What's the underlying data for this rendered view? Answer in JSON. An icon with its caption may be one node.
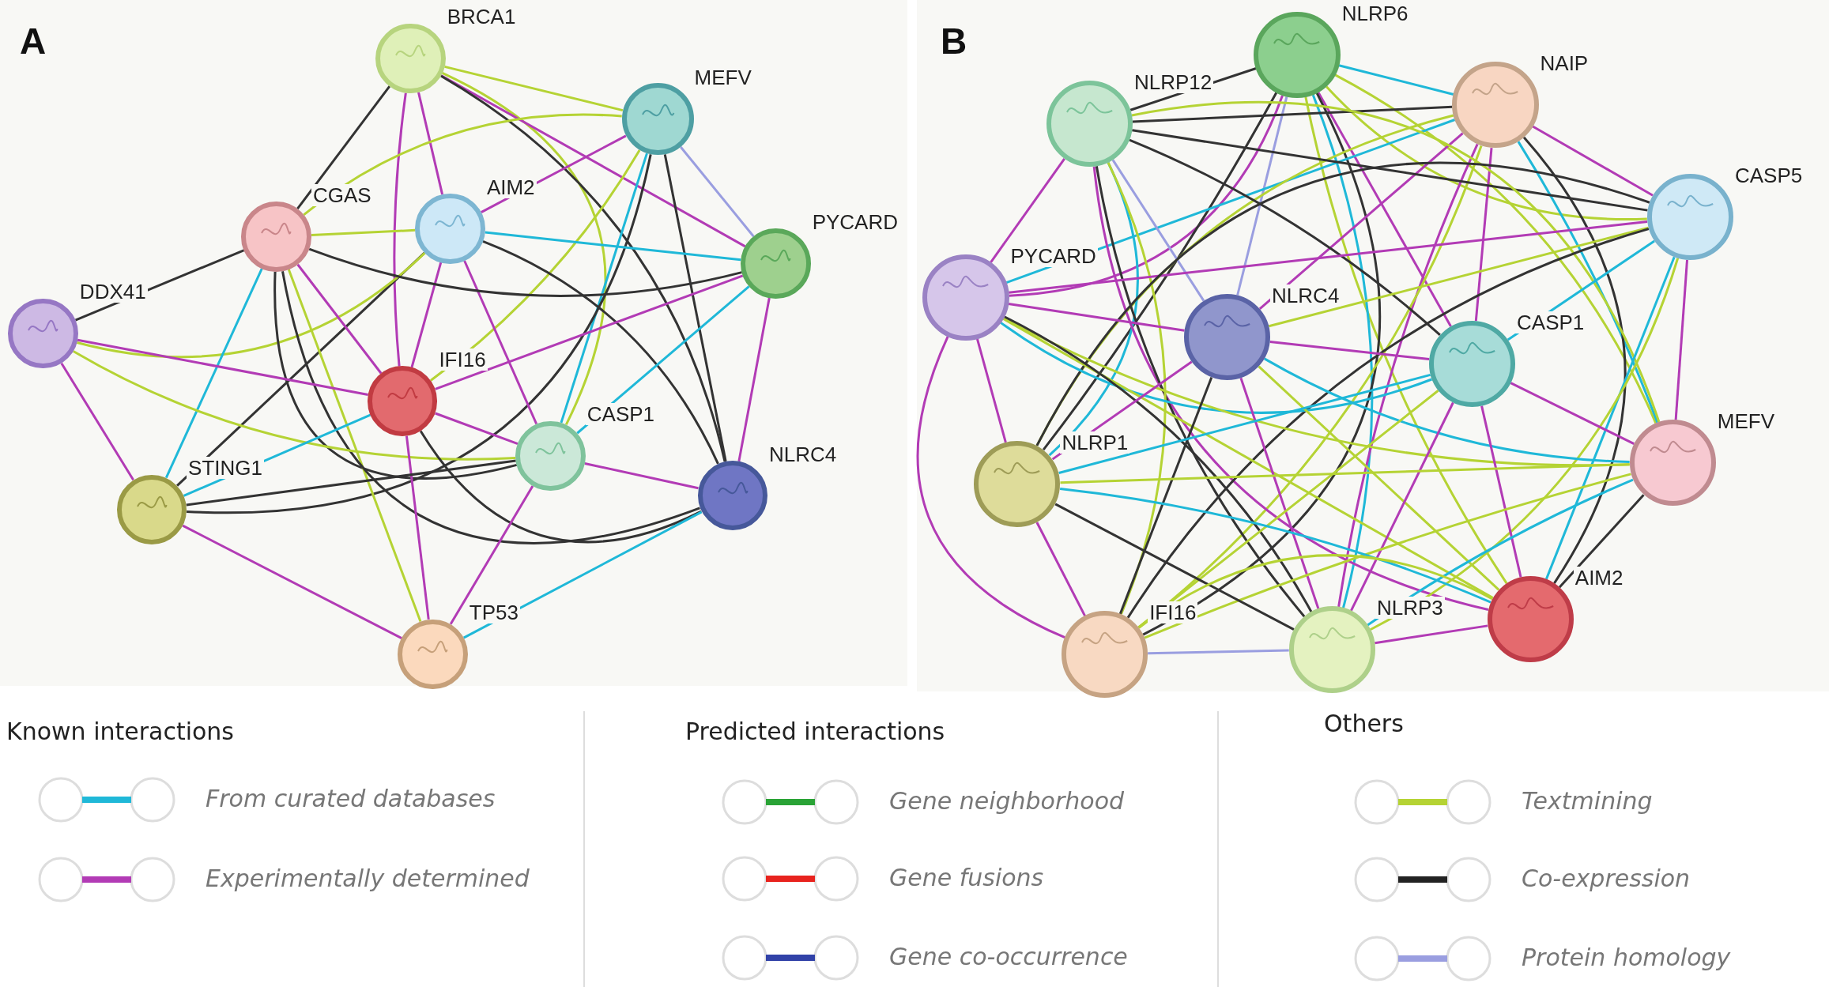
{
  "diagram": {
    "nodes": [
      {
        "text": [
          "BRCA1"
        ]
      },
      {
        "text": [
          "MEFV"
        ]
      },
      {
        "text": [
          "AIM2"
        ]
      },
      {
        "text": [
          "CGAS"
        ]
      },
      {
        "text": [
          "PYCARD"
        ]
      },
      {
        "text": [
          "DDX41"
        ]
      },
      {
        "text": [
          "IFI16"
        ]
      },
      {
        "text": [
          "CASP1"
        ]
      },
      {
        "text": [
          "NLRC4"
        ]
      },
      {
        "text": [
          "STING1"
        ]
      },
      {
        "text": [
          "TP53"
        ]
      },
      {
        "text": [
          "NLRP6"
        ]
      },
      {
        "text": [
          "NAIP"
        ]
      },
      {
        "text": [
          "NLRP12"
        ]
      },
      {
        "text": [
          "CASP5"
        ]
      },
      {
        "text": [
          "PYCARD"
        ]
      },
      {
        "text": [
          "NLRC4"
        ]
      },
      {
        "text": [
          "CASP1"
        ]
      },
      {
        "text": [
          "MEFV"
        ]
      },
      {
        "text": [
          "NLRP1"
        ]
      },
      {
        "text": [
          "AIM2"
        ]
      },
      {
        "text": [
          "NLRP3"
        ]
      },
      {
        "text": [
          "IFI16"
        ]
      }
    ],
    "edges": [
      {
        "from": 0,
        "to": 1,
        "arrow": "none",
        "color": "#b5d334"
      },
      {
        "from": 0,
        "to": 3,
        "arrow": "none",
        "color": "#333333"
      },
      {
        "from": 0,
        "to": 2,
        "arrow": "none",
        "color": "#b23bb5"
      },
      {
        "from": 0,
        "to": 6,
        "arrow": "none",
        "color": "#b23bb5"
      },
      {
        "from": 0,
        "to": 7,
        "arrow": "none",
        "color": "#b5d334"
      },
      {
        "from": 0,
        "to": 4,
        "arrow": "none",
        "color": "#b23bb5"
      },
      {
        "from": 0,
        "to": 8,
        "arrow": "none",
        "color": "#333333"
      },
      {
        "from": 1,
        "to": 3,
        "arrow": "none",
        "color": "#b5d334"
      },
      {
        "from": 1,
        "to": 2,
        "arrow": "none",
        "color": "#b23bb5"
      },
      {
        "from": 1,
        "to": 4,
        "arrow": "none",
        "color": "#9a9ee0"
      },
      {
        "from": 1,
        "to": 7,
        "arrow": "none",
        "color": "#1fb8d8"
      },
      {
        "from": 1,
        "to": 8,
        "arrow": "none",
        "color": "#333333"
      },
      {
        "from": 1,
        "to": 9,
        "arrow": "none",
        "color": "#333333"
      },
      {
        "from": 1,
        "to": 6,
        "arrow": "none",
        "color": "#b5d334"
      },
      {
        "from": 2,
        "to": 3,
        "arrow": "none",
        "color": "#b5d334"
      },
      {
        "from": 2,
        "to": 4,
        "arrow": "none",
        "color": "#1fb8d8"
      },
      {
        "from": 2,
        "to": 6,
        "arrow": "none",
        "color": "#b23bb5"
      },
      {
        "from": 2,
        "to": 7,
        "arrow": "none",
        "color": "#b23bb5"
      },
      {
        "from": 2,
        "to": 8,
        "arrow": "none",
        "color": "#333333"
      },
      {
        "from": 2,
        "to": 9,
        "arrow": "none",
        "color": "#333333"
      },
      {
        "from": 2,
        "to": 5,
        "arrow": "none",
        "color": "#b5d334"
      },
      {
        "from": 3,
        "to": 4,
        "arrow": "none",
        "color": "#333333"
      },
      {
        "from": 3,
        "to": 5,
        "arrow": "none",
        "color": "#333333"
      },
      {
        "from": 3,
        "to": 6,
        "arrow": "none",
        "color": "#b23bb5"
      },
      {
        "from": 3,
        "to": 7,
        "arrow": "none",
        "color": "#333333"
      },
      {
        "from": 3,
        "to": 9,
        "arrow": "none",
        "color": "#1fb8d8"
      },
      {
        "from": 3,
        "to": 10,
        "arrow": "none",
        "color": "#b5d334"
      },
      {
        "from": 3,
        "to": 8,
        "arrow": "none",
        "color": "#333333"
      },
      {
        "from": 4,
        "to": 6,
        "arrow": "none",
        "color": "#b23bb5"
      },
      {
        "from": 4,
        "to": 7,
        "arrow": "none",
        "color": "#1fb8d8"
      },
      {
        "from": 4,
        "to": 8,
        "arrow": "none",
        "color": "#b23bb5"
      },
      {
        "from": 5,
        "to": 6,
        "arrow": "none",
        "color": "#b23bb5"
      },
      {
        "from": 5,
        "to": 7,
        "arrow": "none",
        "color": "#b5d334"
      },
      {
        "from": 5,
        "to": 9,
        "arrow": "none",
        "color": "#b23bb5"
      },
      {
        "from": 6,
        "to": 7,
        "arrow": "none",
        "color": "#b23bb5"
      },
      {
        "from": 6,
        "to": 9,
        "arrow": "none",
        "color": "#1fb8d8"
      },
      {
        "from": 6,
        "to": 8,
        "arrow": "none",
        "color": "#333333"
      },
      {
        "from": 6,
        "to": 10,
        "arrow": "none",
        "color": "#b23bb5"
      },
      {
        "from": 7,
        "to": 9,
        "arrow": "none",
        "color": "#333333"
      },
      {
        "from": 7,
        "to": 8,
        "arrow": "none",
        "color": "#b23bb5"
      },
      {
        "from": 7,
        "to": 10,
        "arrow": "none",
        "color": "#b23bb5"
      },
      {
        "from": 9,
        "to": 10,
        "arrow": "none",
        "color": "#b23bb5"
      },
      {
        "from": 8,
        "to": 10,
        "arrow": "none",
        "color": "#1fb8d8"
      },
      {
        "from": 11,
        "to": 12,
        "arrow": "none",
        "color": "#1fb8d8"
      },
      {
        "from": 11,
        "to": 13,
        "arrow": "none",
        "color": "#333333"
      },
      {
        "from": 11,
        "to": 14,
        "arrow": "none",
        "color": "#b5d334"
      },
      {
        "from": 11,
        "to": 15,
        "arrow": "none",
        "color": "#b23bb5"
      },
      {
        "from": 11,
        "to": 16,
        "arrow": "none",
        "color": "#9a9ee0"
      },
      {
        "from": 11,
        "to": 17,
        "arrow": "none",
        "color": "#b23bb5"
      },
      {
        "from": 11,
        "to": 18,
        "arrow": "none",
        "color": "#b5d334"
      },
      {
        "from": 11,
        "to": 19,
        "arrow": "none",
        "color": "#333333"
      },
      {
        "from": 11,
        "to": 20,
        "arrow": "none",
        "color": "#b5d334"
      },
      {
        "from": 11,
        "to": 21,
        "arrow": "none",
        "color": "#1fb8d8"
      },
      {
        "from": 11,
        "to": 22,
        "arrow": "none",
        "color": "#333333"
      },
      {
        "from": 12,
        "to": 13,
        "arrow": "none",
        "color": "#333333"
      },
      {
        "from": 12,
        "to": 14,
        "arrow": "none",
        "color": "#b23bb5"
      },
      {
        "from": 12,
        "to": 15,
        "arrow": "none",
        "color": "#1fb8d8"
      },
      {
        "from": 12,
        "to": 16,
        "arrow": "none",
        "color": "#b23bb5"
      },
      {
        "from": 12,
        "to": 17,
        "arrow": "none",
        "color": "#b23bb5"
      },
      {
        "from": 12,
        "to": 18,
        "arrow": "none",
        "color": "#1fb8d8"
      },
      {
        "from": 12,
        "to": 19,
        "arrow": "none",
        "color": "#b5d334"
      },
      {
        "from": 12,
        "to": 20,
        "arrow": "none",
        "color": "#333333"
      },
      {
        "from": 12,
        "to": 21,
        "arrow": "none",
        "color": "#b23bb5"
      },
      {
        "from": 12,
        "to": 22,
        "arrow": "none",
        "color": "#b5d334"
      },
      {
        "from": 13,
        "to": 14,
        "arrow": "none",
        "color": "#333333"
      },
      {
        "from": 13,
        "to": 15,
        "arrow": "none",
        "color": "#b23bb5"
      },
      {
        "from": 13,
        "to": 16,
        "arrow": "none",
        "color": "#9a9ee0"
      },
      {
        "from": 13,
        "to": 17,
        "arrow": "none",
        "color": "#333333"
      },
      {
        "from": 13,
        "to": 18,
        "arrow": "none",
        "color": "#b5d334"
      },
      {
        "from": 13,
        "to": 19,
        "arrow": "none",
        "color": "#1fb8d8"
      },
      {
        "from": 13,
        "to": 20,
        "arrow": "none",
        "color": "#b23bb5"
      },
      {
        "from": 13,
        "to": 21,
        "arrow": "none",
        "color": "#333333"
      },
      {
        "from": 13,
        "to": 22,
        "arrow": "none",
        "color": "#b5d334"
      },
      {
        "from": 14,
        "to": 15,
        "arrow": "none",
        "color": "#b23bb5"
      },
      {
        "from": 14,
        "to": 16,
        "arrow": "none",
        "color": "#b5d334"
      },
      {
        "from": 14,
        "to": 17,
        "arrow": "none",
        "color": "#1fb8d8"
      },
      {
        "from": 14,
        "to": 18,
        "arrow": "none",
        "color": "#b23bb5"
      },
      {
        "from": 14,
        "to": 19,
        "arrow": "none",
        "color": "#333333"
      },
      {
        "from": 14,
        "to": 20,
        "arrow": "none",
        "color": "#1fb8d8"
      },
      {
        "from": 14,
        "to": 21,
        "arrow": "none",
        "color": "#b5d334"
      },
      {
        "from": 14,
        "to": 22,
        "arrow": "none",
        "color": "#333333"
      },
      {
        "from": 15,
        "to": 16,
        "arrow": "none",
        "color": "#b23bb5"
      },
      {
        "from": 15,
        "to": 17,
        "arrow": "none",
        "color": "#1fb8d8"
      },
      {
        "from": 15,
        "to": 18,
        "arrow": "none",
        "color": "#b5d334"
      },
      {
        "from": 15,
        "to": 19,
        "arrow": "none",
        "color": "#b23bb5"
      },
      {
        "from": 15,
        "to": 20,
        "arrow": "none",
        "color": "#b5d334"
      },
      {
        "from": 15,
        "to": 21,
        "arrow": "none",
        "color": "#333333"
      },
      {
        "from": 15,
        "to": 22,
        "arrow": "none",
        "color": "#b23bb5"
      },
      {
        "from": 16,
        "to": 17,
        "arrow": "none",
        "color": "#b23bb5"
      },
      {
        "from": 16,
        "to": 18,
        "arrow": "none",
        "color": "#1fb8d8"
      },
      {
        "from": 16,
        "to": 19,
        "arrow": "none",
        "color": "#b23bb5"
      },
      {
        "from": 16,
        "to": 20,
        "arrow": "none",
        "color": "#b5d334"
      },
      {
        "from": 16,
        "to": 21,
        "arrow": "none",
        "color": "#b23bb5"
      },
      {
        "from": 16,
        "to": 22,
        "arrow": "none",
        "color": "#333333"
      },
      {
        "from": 17,
        "to": 18,
        "arrow": "none",
        "color": "#b23bb5"
      },
      {
        "from": 17,
        "to": 19,
        "arrow": "none",
        "color": "#1fb8d8"
      },
      {
        "from": 17,
        "to": 20,
        "arrow": "none",
        "color": "#b23bb5"
      },
      {
        "from": 17,
        "to": 21,
        "arrow": "none",
        "color": "#b23bb5"
      },
      {
        "from": 17,
        "to": 22,
        "arrow": "none",
        "color": "#b5d334"
      },
      {
        "from": 18,
        "to": 19,
        "arrow": "none",
        "color": "#b5d334"
      },
      {
        "from": 18,
        "to": 20,
        "arrow": "none",
        "color": "#333333"
      },
      {
        "from": 18,
        "to": 21,
        "arrow": "none",
        "color": "#1fb8d8"
      },
      {
        "from": 18,
        "to": 22,
        "arrow": "none",
        "color": "#b5d334"
      },
      {
        "from": 19,
        "to": 20,
        "arrow": "none",
        "color": "#1fb8d8"
      },
      {
        "from": 19,
        "to": 21,
        "arrow": "none",
        "color": "#333333"
      },
      {
        "from": 19,
        "to": 22,
        "arrow": "none",
        "color": "#b23bb5"
      },
      {
        "from": 20,
        "to": 21,
        "arrow": "none",
        "color": "#b23bb5"
      },
      {
        "from": 20,
        "to": 22,
        "arrow": "none",
        "color": "#b5d334"
      },
      {
        "from": 21,
        "to": 22,
        "arrow": "none",
        "color": "#9a9ee0"
      }
    ],
    "labels": [
      "A",
      "B",
      "Known interactions",
      "Predicted interactions",
      "Others"
    ],
    "legend": [
      {
        "text": "From curated databases",
        "color": "#1fb8d8"
      },
      {
        "text": "Experimentally determined",
        "color": "#b23bb5"
      },
      {
        "text": "Gene neighborhood",
        "color": "#2aa336"
      },
      {
        "text": "Gene fusions",
        "color": "#e8231e"
      },
      {
        "text": "Gene co-occurrence",
        "color": "#3142a8"
      },
      {
        "text": "Textmining",
        "color": "#b5d334"
      },
      {
        "text": "Co-expression",
        "color": "#222222"
      },
      {
        "text": "Protein homology",
        "color": "#9a9ee0"
      }
    ]
  }
}
